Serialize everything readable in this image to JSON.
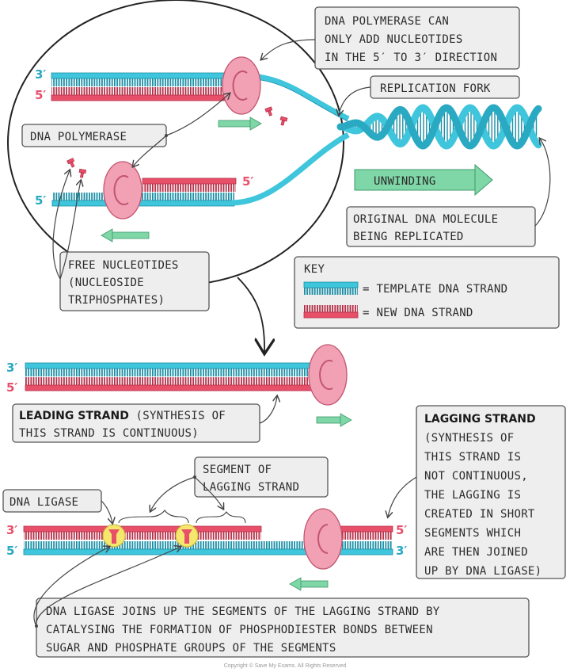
{
  "labels": {
    "polymerase_direction": [
      "DNA POLYMERASE CAN",
      "ONLY ADD NUCLEOTIDES",
      "IN THE 5′ TO 3′ DIRECTION"
    ],
    "replication_fork": "REPLICATION FORK",
    "dna_polymerase": "DNA POLYMERASE",
    "unwinding": "UNWINDING",
    "original_molecule": [
      "ORIGINAL DNA MOLECULE",
      "BEING REPLICATED"
    ],
    "free_nucleotides": [
      "FREE NUCLEOTIDES",
      "(NUCLEOSIDE",
      "TRIPHOSPHATES)"
    ],
    "key_title": "KEY",
    "key_template": "= TEMPLATE  DNA STRAND",
    "key_new": "= NEW DNA STRAND",
    "leading_bold": "LEADING STRAND",
    "leading_rest1": " (SYNTHESIS OF",
    "leading_rest2": "THIS STRAND IS CONTINUOUS)",
    "lagging_bold": "LAGGING STRAND",
    "lagging_rest": [
      "(SYNTHESIS OF",
      "THIS STRAND IS",
      "NOT CONTINUOUS,",
      "THE LAGGING IS",
      "CREATED IN SHORT",
      "SEGMENTS WHICH",
      "ARE THEN JOINED",
      "UP BY DNA LIGASE)"
    ],
    "segment": [
      "SEGMENT OF",
      "LAGGING STRAND"
    ],
    "dna_ligase": "DNA LIGASE",
    "ligase_joins": [
      "DNA LIGASE JOINS UP THE SEGMENTS OF THE LAGGING STRAND BY",
      "CATALYSING THE FORMATION OF PHOSPHODIESTER BONDS BETWEEN",
      "SUGAR AND PHOSPHATE GROUPS OF THE SEGMENTS"
    ],
    "copyright": "Copyright © Save My Exams. All Rights Reserved"
  },
  "primes": {
    "three": "3′",
    "five": "5′"
  },
  "colors": {
    "template": "#3fc6dc",
    "template_dark": "#1a8fa6",
    "new_strand": "#e8506a",
    "new_dark": "#b52f48",
    "polymerase": "#f2a0b4",
    "ligase": "#f5e66e",
    "arrow": "#7fd6a6"
  }
}
